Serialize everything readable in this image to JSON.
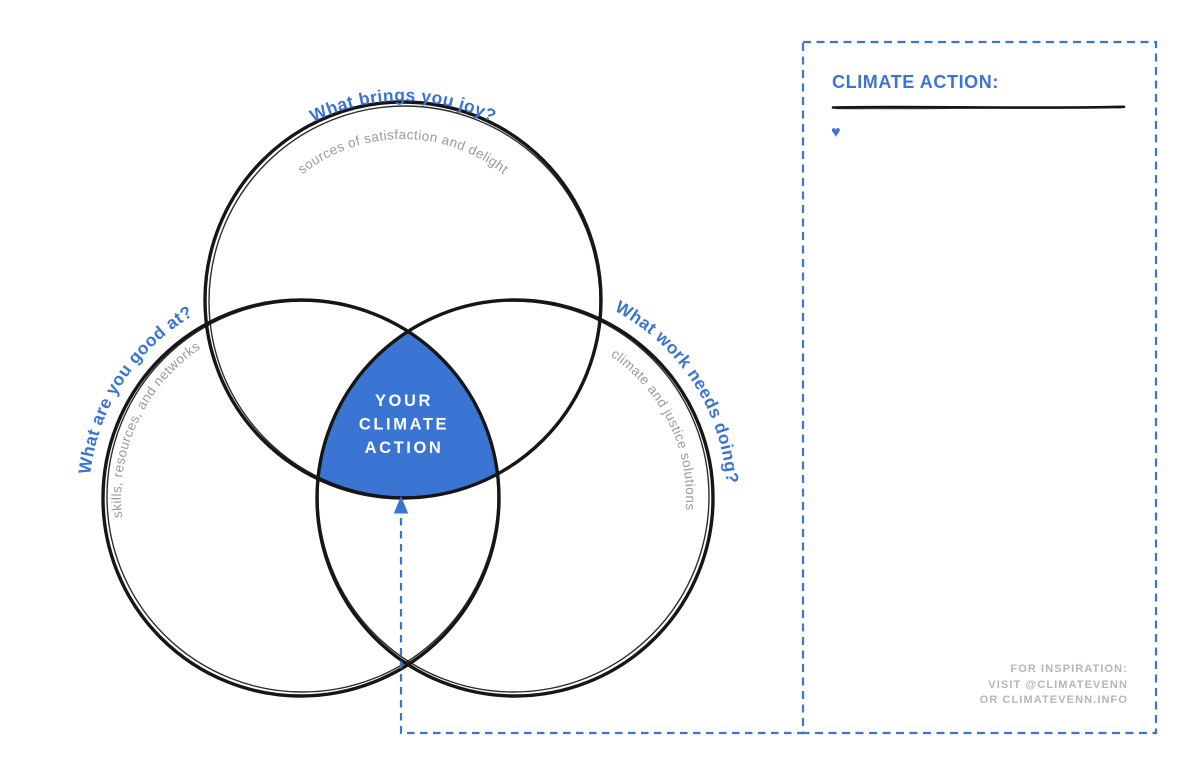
{
  "diagram": {
    "circle_joy": {
      "label": "What brings you joy?",
      "sublabel": "sources of satisfaction and delight"
    },
    "circle_good_at": {
      "label": "What are you good at?",
      "sublabel": "skills, resources, and networks"
    },
    "circle_work": {
      "label": "What work needs doing?",
      "sublabel": "climate and justice solutions"
    },
    "center": {
      "line1": "YOUR",
      "line2": "CLIMATE",
      "line3": "ACTION"
    }
  },
  "panel": {
    "heading": "CLIMATE ACTION:",
    "heart_icon": "♥",
    "inspiration": {
      "line1": "FOR INSPIRATION:",
      "line2": "VISIT @CLIMATEVENN",
      "line3": "OR CLIMATEVENN.INFO"
    }
  },
  "colors": {
    "accent_blue": "#3b74d1",
    "center_fill_blue": "#3b75d3",
    "arc_sublabel_gray": "#9a9a9a",
    "inspiration_gray": "#b2b7bc",
    "ink_black": "#161616"
  }
}
